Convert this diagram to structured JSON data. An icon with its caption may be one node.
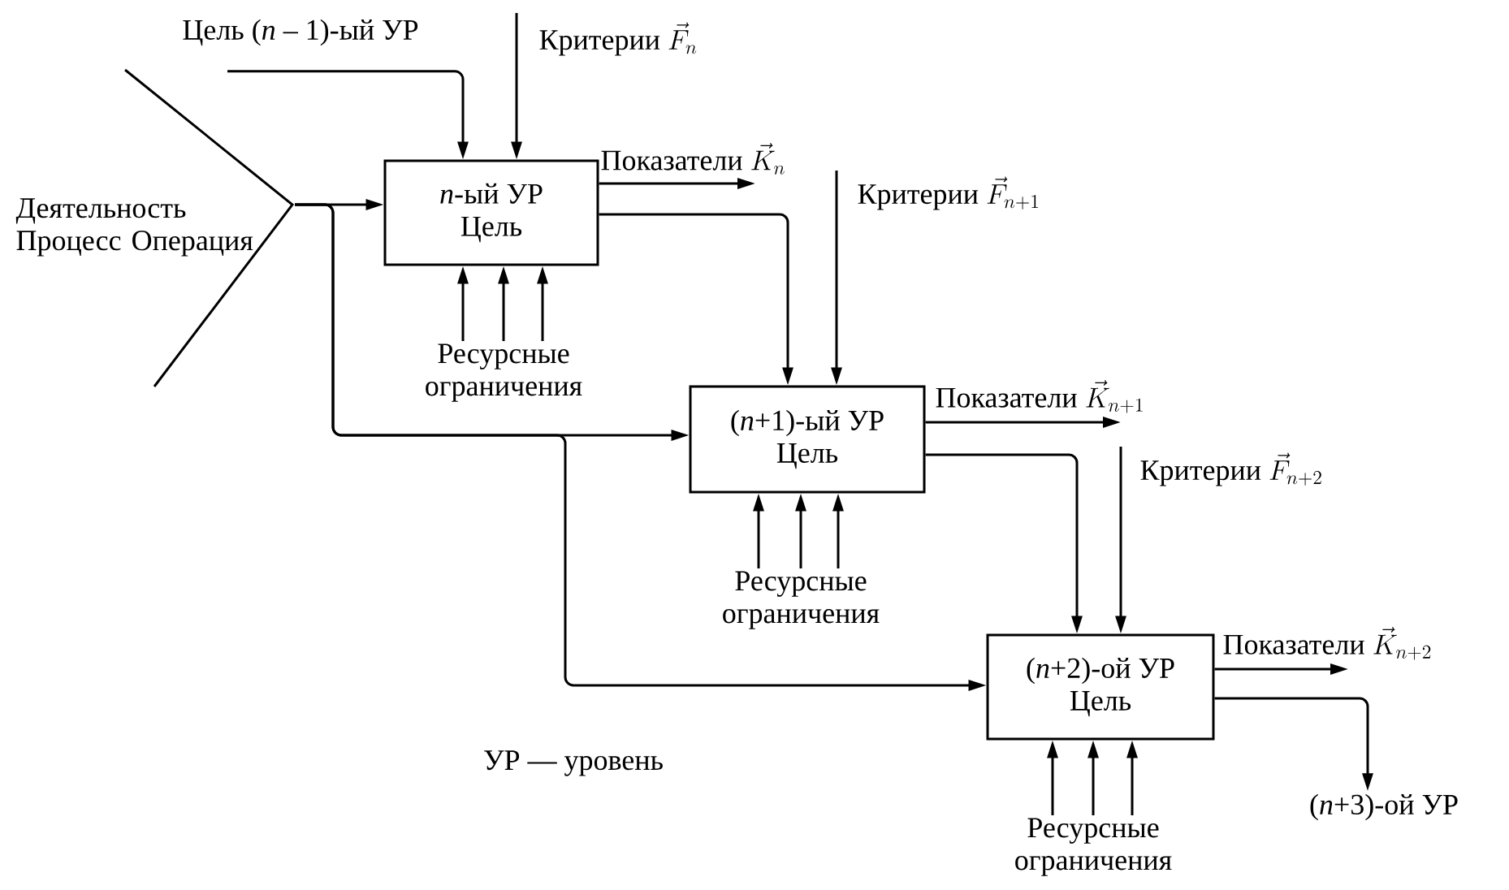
{
  "diagram": {
    "nodes": [
      {
        "text": [
          "Деятельность Процесс Операция"
        ]
      },
      {
        "text": [
          "Цель (*n* – 1)-ый УР"
        ]
      },
      {
        "text": [
          "Критерии",
          "\\vec{F}_{n}"
        ]
      },
      {
        "text": [
          "*n*-ый УР",
          "Цель"
        ]
      },
      {
        "text": [
          "Показатели",
          "\\vec{K}_{n}"
        ]
      },
      {
        "text": [
          "Ресурсные ограничения"
        ]
      },
      {
        "text": [
          "Критерии",
          "\\vec{F}_{n+1}"
        ]
      },
      {
        "text": [
          "(*n*+1)-ый УР",
          "Цель"
        ]
      },
      {
        "text": [
          "Показатели",
          "\\vec{K}_{n+1}"
        ]
      },
      {
        "text": [
          "Ресурсные ограничения"
        ]
      },
      {
        "text": [
          "Критерии",
          "\\vec{F}_{n+2}"
        ]
      },
      {
        "text": [
          "(*n*+2)-ой УР",
          "Цель"
        ]
      },
      {
        "text": [
          "Показатели",
          "\\vec{K}_{n+2}"
        ]
      },
      {
        "text": [
          "Ресурсные ограничения"
        ]
      },
      {
        "text": [
          "(*n*+3)-ой УР"
        ]
      }
    ],
    "edges": [
      {
        "from": 0,
        "to": 3,
        "arrow": "to"
      },
      {
        "from": 0,
        "to": 7,
        "arrow": "to"
      },
      {
        "from": 0,
        "to": 11,
        "arrow": "to"
      },
      {
        "from": 1,
        "to": 3,
        "arrow": "to"
      },
      {
        "from": 2,
        "to": 3,
        "arrow": "to"
      },
      {
        "from": 5,
        "to": 3,
        "arrow": "to"
      },
      {
        "from": 5,
        "to": 3,
        "arrow": "to"
      },
      {
        "from": 5,
        "to": 3,
        "arrow": "to"
      },
      {
        "from": 3,
        "to": 4,
        "arrow": "to"
      },
      {
        "from": 3,
        "to": 7,
        "arrow": "to"
      },
      {
        "from": 6,
        "to": 7,
        "arrow": "to"
      },
      {
        "from": 9,
        "to": 7,
        "arrow": "to"
      },
      {
        "from": 9,
        "to": 7,
        "arrow": "to"
      },
      {
        "from": 9,
        "to": 7,
        "arrow": "to"
      },
      {
        "from": 7,
        "to": 8,
        "arrow": "to"
      },
      {
        "from": 7,
        "to": 11,
        "arrow": "to"
      },
      {
        "from": 10,
        "to": 11,
        "arrow": "to"
      },
      {
        "from": 13,
        "to": 11,
        "arrow": "to"
      },
      {
        "from": 13,
        "to": 11,
        "arrow": "to"
      },
      {
        "from": 13,
        "to": 11,
        "arrow": "to"
      },
      {
        "from": 11,
        "to": 12,
        "arrow": "to"
      },
      {
        "from": 11,
        "to": 14,
        "arrow": "to"
      }
    ],
    "labels": [
      "УР — уровень"
    ]
  }
}
